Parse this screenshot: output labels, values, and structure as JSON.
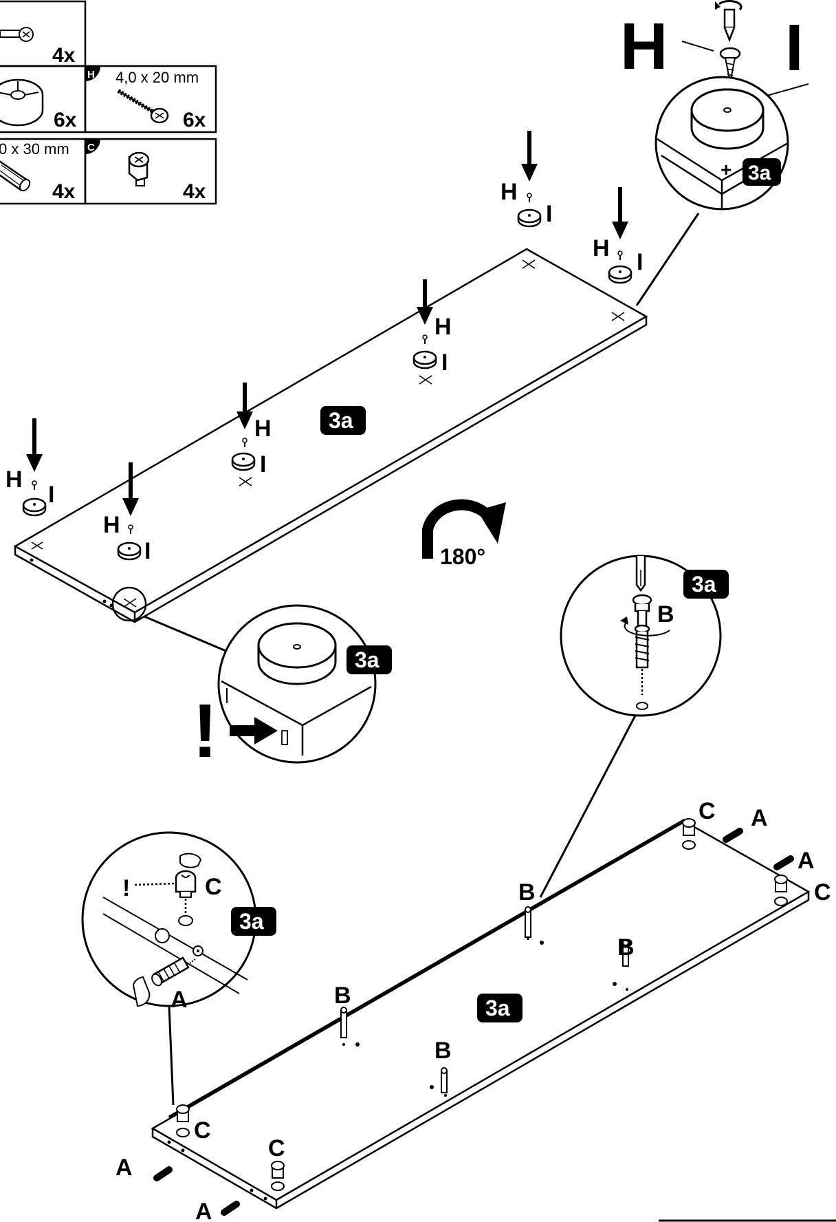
{
  "parts": {
    "row1": {
      "count": "4x"
    },
    "row2": {
      "count_left": "6x",
      "h_letter": "H",
      "h_spec": "4,0 x 20 mm",
      "h_count": "6x"
    },
    "row3": {
      "spec_left": "0 x 30 mm",
      "count_left": "4x",
      "c_letter": "C",
      "c_count": "4x"
    }
  },
  "step_badge": "3a",
  "labels": {
    "H": "H",
    "I": "I",
    "A": "A",
    "B": "B",
    "C": "C",
    "warning": "!"
  },
  "rotation": "180°",
  "colors": {
    "ink": "#000000",
    "paper": "#ffffff"
  }
}
